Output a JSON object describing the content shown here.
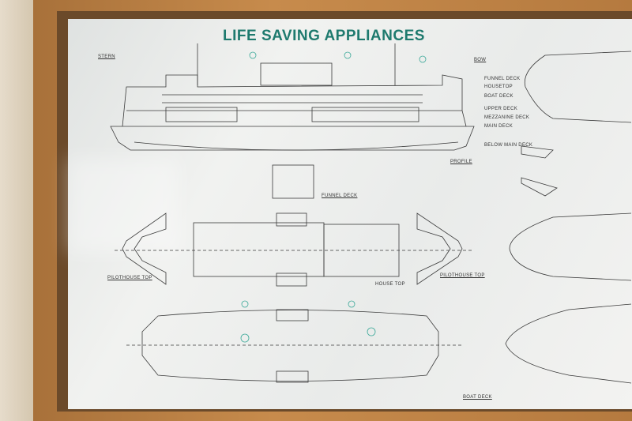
{
  "title": "LIFE SAVING APPLIANCES",
  "profile": {
    "stern_label": "STERN",
    "bow_label": "BOW",
    "deck_labels": [
      "FUNNEL DECK",
      "HOUSETOP",
      "BOAT DECK",
      "UPPER DECK",
      "MEZZANINE DECK",
      "MAIN DECK",
      "BELOW MAIN DECK"
    ],
    "view_label": "PROFILE"
  },
  "plans": {
    "funnel_deck": "FUNNEL DECK",
    "pilothouse_top_left": "PILOTHOUSE TOP",
    "pilothouse_top_right": "PILOTHOUSE TOP",
    "house_top": "HOUSE TOP",
    "boat_deck": "BOAT DECK"
  },
  "colors": {
    "title": "#1e7a6e",
    "lines": "#3a3a3a",
    "symbols": "#3aa898",
    "frame": "#b57a3f"
  }
}
